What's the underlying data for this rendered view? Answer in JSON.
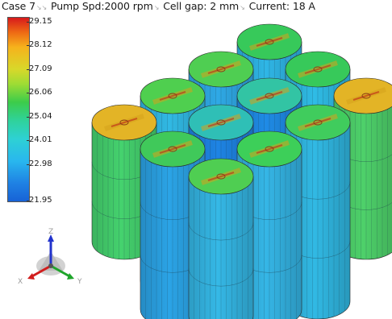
{
  "header": {
    "case_label": "Case 7",
    "pump_speed": "Pump Spd:2000 rpm",
    "cell_gap": "Cell gap: 2 mm",
    "current": "Current: 18 A"
  },
  "legend": {
    "ticks": [
      "29.15",
      "28.12",
      "27.09",
      "26.06",
      "25.04",
      "24.01",
      "22.98",
      "21.95"
    ],
    "colors": [
      "#d7191c",
      "#ee6a14",
      "#f6b21c",
      "#d8d82a",
      "#9fdc34",
      "#3ccc4a",
      "#2fd29b",
      "#2ed1d4",
      "#29b7ee",
      "#1f82e4",
      "#1762d6"
    ]
  },
  "triad": {
    "x_label": "X",
    "y_label": "Y",
    "z_label": "Z"
  },
  "cells": [
    {
      "top": "#37c95a",
      "body": "#2fb6e6",
      "row": "back"
    },
    {
      "top": "#4fce52",
      "body": "#2fa9e6",
      "row": "back"
    },
    {
      "top": "#37c95a",
      "body": "#2fbce6",
      "row": "back"
    },
    {
      "top": "#4fcf4f",
      "body": "#31b9e4",
      "row": "back"
    },
    {
      "top": "#32c4a4",
      "body": "#1f8be6",
      "row": "mid"
    },
    {
      "top": "#e3b426",
      "body": "#45d26e",
      "row": "side"
    },
    {
      "top": "#e3b426",
      "body": "#4ed16a",
      "row": "side"
    },
    {
      "top": "#40cc5d",
      "body": "#31b9e4",
      "row": "mid"
    },
    {
      "top": "#2fbfb6",
      "body": "#1e84e4",
      "row": "mid"
    },
    {
      "top": "#40c95a",
      "body": "#2ba4e6",
      "row": "mid"
    },
    {
      "top": "#3dcf59",
      "body": "#35b6e6",
      "row": "front"
    },
    {
      "top": "#3acc5c",
      "body": "#1f8fe6",
      "row": "front"
    },
    {
      "top": "#4fce52",
      "body": "#35b8e6",
      "row": "front"
    }
  ]
}
